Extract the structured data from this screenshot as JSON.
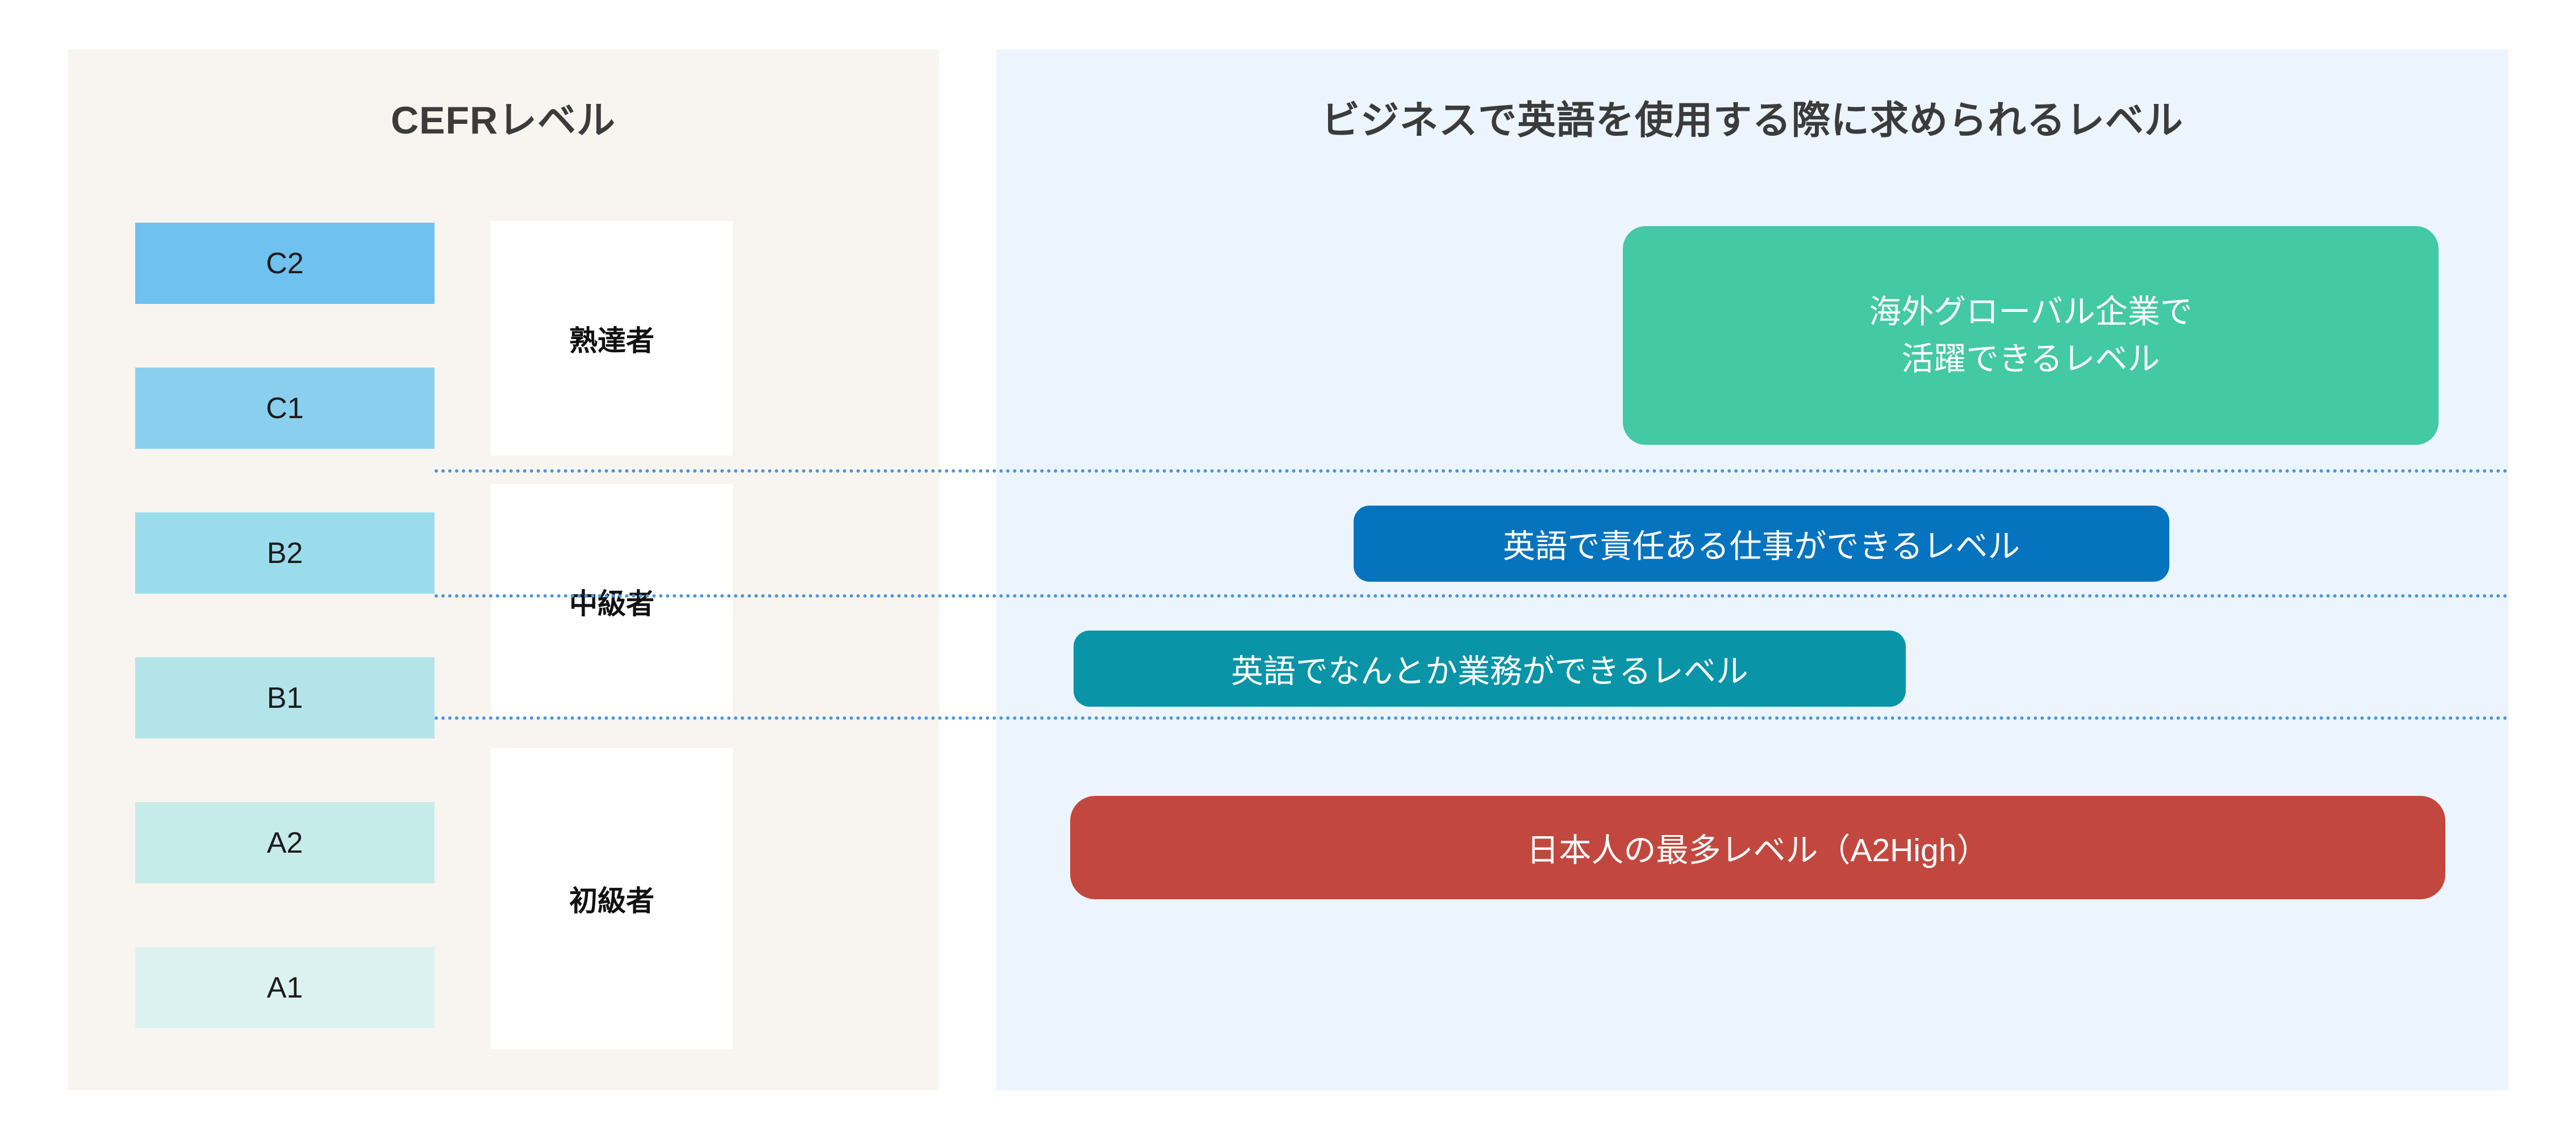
{
  "colors": {
    "left_panel_bg": "#f8f4ef",
    "right_panel_bg": "#ecf4fd",
    "heading_text": "#3b3b3b",
    "divider": "#4a97e0",
    "cefr_c2": "#6fc1ef",
    "cefr_c1": "#8bcfee",
    "cefr_b2": "#9adcec",
    "cefr_b1": "#b3e4ea",
    "cefr_a2": "#c6ecea",
    "cefr_a1": "#dcf2f0",
    "pill_global": "#43c9a4",
    "pill_responsible": "#0673be",
    "pill_manage": "#0994a8",
    "pill_japanese": "#c2483f"
  },
  "left_panel": {
    "title": "CEFRレベル",
    "levels": [
      {
        "code": "C2"
      },
      {
        "code": "C1"
      },
      {
        "code": "B2"
      },
      {
        "code": "B1"
      },
      {
        "code": "A2"
      },
      {
        "code": "A1"
      }
    ],
    "groups": [
      {
        "label": "熟達者"
      },
      {
        "label": "中級者"
      },
      {
        "label": "初級者"
      }
    ]
  },
  "right_panel": {
    "title": "ビジネスで英語を使用する際に求められるレベル",
    "pills": [
      {
        "id": "global",
        "line1": "海外グローバル企業で",
        "line2": "活躍できるレベル"
      },
      {
        "id": "responsible",
        "line1": "英語で責任ある仕事ができるレベル"
      },
      {
        "id": "manage",
        "line1": "英語でなんとか業務ができるレベル"
      },
      {
        "id": "japanese",
        "line1": "日本人の最多レベル（A2High）"
      }
    ]
  }
}
